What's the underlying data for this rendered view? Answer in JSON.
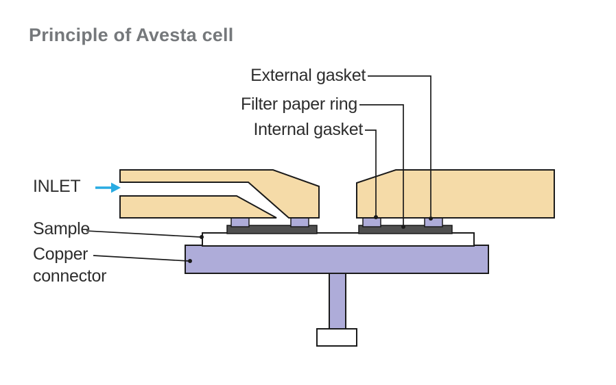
{
  "title": "Principle of Avesta cell",
  "labels": {
    "external_gasket": "External gasket",
    "filter_paper_ring": "Filter paper ring",
    "internal_gasket": "Internal gasket",
    "inlet": "INLET",
    "sample": "Sample",
    "copper_line1": "Copper",
    "copper_line2": "connector"
  },
  "colors": {
    "background": "#FFFFFF",
    "title": "#75787B",
    "label_text": "#2D2D2D",
    "body_tan": "#F5DBA8",
    "gasket_purple": "#AEACD9",
    "filter_dark": "#4F4F4F",
    "sample_white": "#FFFFFF",
    "outline": "#1A1A1A",
    "inlet_arrow": "#29ABE2"
  }
}
